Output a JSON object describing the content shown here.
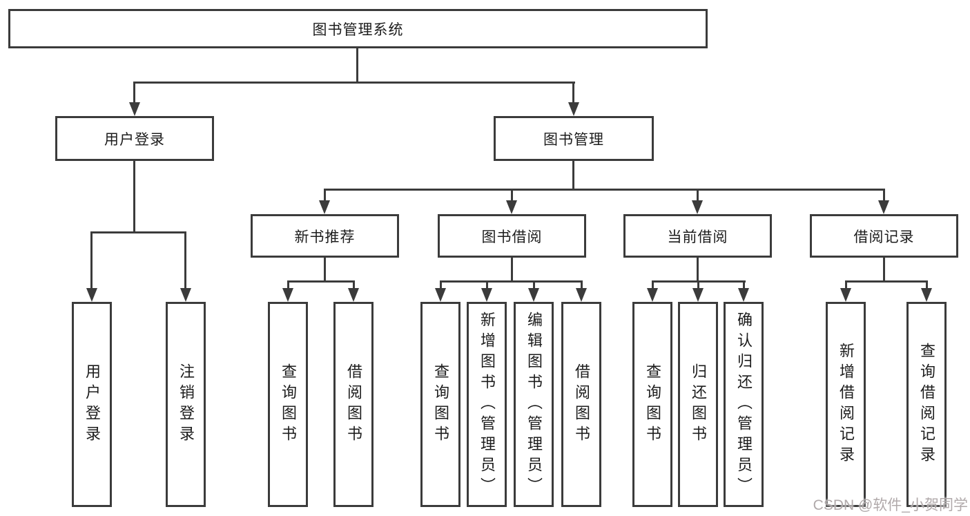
{
  "diagram": {
    "root": {
      "label": "图书管理系统"
    },
    "level2": [
      {
        "label": "用户登录",
        "children": [
          "用户登录",
          "注销登录"
        ]
      },
      {
        "label": "图书管理"
      }
    ],
    "level3": [
      {
        "label": "新书推荐",
        "children": [
          "查询图书",
          "借阅图书"
        ]
      },
      {
        "label": "图书借阅",
        "children": [
          "查询图书",
          "新增图书（管理员）",
          "编辑图书（管理员）",
          "借阅图书"
        ]
      },
      {
        "label": "当前借阅",
        "children": [
          "查询图书",
          "归还图书",
          "确认归还（管理员）"
        ]
      },
      {
        "label": "借阅记录",
        "children": [
          "新增借阅记录",
          "查询借阅记录"
        ]
      }
    ]
  },
  "watermark": {
    "text": "CSDN @软件_小贺同学"
  },
  "colors": {
    "line": "#3b3b3b",
    "box_background": "#ffffff",
    "text": "#1c1c1c",
    "watermark": "#968c8e"
  }
}
